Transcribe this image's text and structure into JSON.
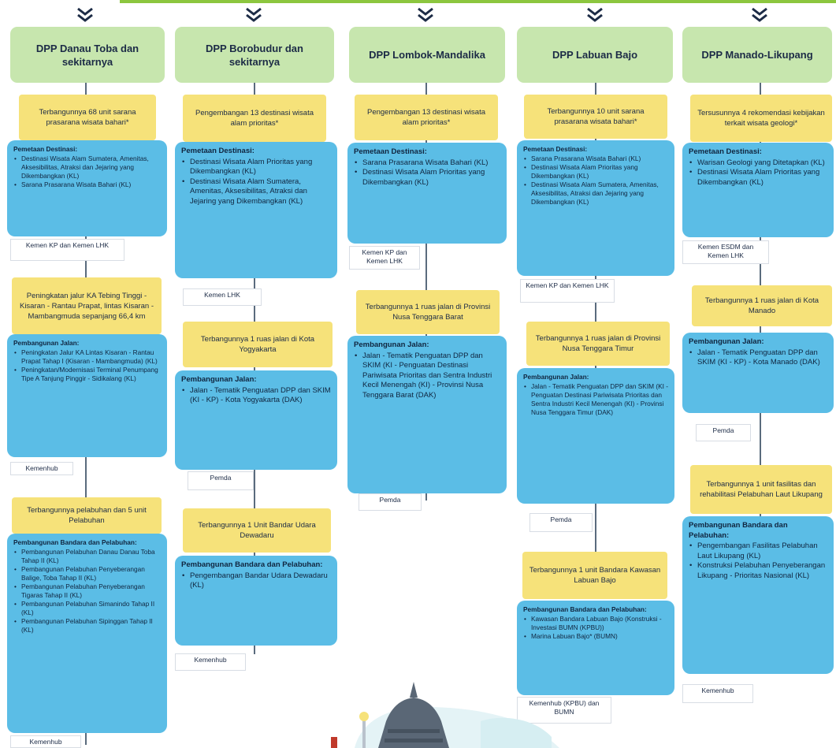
{
  "colors": {
    "header_bg": "#c7e6ae",
    "target_bg": "#f6e27a",
    "program_bg": "#5bbde6",
    "connector": "#5a6b7d",
    "top_line": "#8cc63f"
  },
  "columns": [
    {
      "header": "DPP Danau Toba dan sekitarnya",
      "groups": [
        {
          "target": "Terbangunnya 68 unit sarana prasarana wisata bahari*",
          "program_title": "Pemetaan Destinasi:",
          "items": [
            "Destinasi Wisata Alam Sumatera, Amenitas, Aksesibilitas, Atraksi dan Jejaring yang Dikembangkan (KL)",
            "Sarana Prasarana Wisata Bahari (KL)"
          ],
          "owner": "Kemen KP dan Kemen LHK"
        },
        {
          "target": "Peningkatan jalur KA Tebing Tinggi - Kisaran - Rantau Prapat, lintas Kisaran - Mambangmuda sepanjang 66,4 km",
          "program_title": "Pembangunan Jalan:",
          "items": [
            "Peningkatan Jalur KA Lintas Kisaran - Rantau Prapat Tahap I (Kisaran - Mambangmuda) (KL)",
            "Peningkatan/Modernisasi Terminal Penumpang Tipe A Tanjung Pinggir - Sidikalang (KL)"
          ],
          "owner": "Kemenhub"
        },
        {
          "target": "Terbangunnya pelabuhan dan 5 unit Pelabuhan",
          "program_title": "Pembangunan Bandara dan Pelabuhan:",
          "items": [
            "Pembangunan Pelabuhan Danau Danau Toba Tahap II (KL)",
            "Pembangunan Pelabuhan Penyeberangan Balige, Toba Tahap II (KL)",
            "Pembangunan Pelabuhan Penyeberangan Tigaras Tahap II (KL)",
            "Pembangunan Pelabuhan Simanindo Tahap II (KL)",
            "Pembangunan Pelabuhan Sipinggan Tahap II (KL)"
          ],
          "owner": "Kemenhub"
        }
      ]
    },
    {
      "header": "DPP Borobudur dan sekitarnya",
      "groups": [
        {
          "target": "Pengembangan 13 destinasi wisata alam prioritas*",
          "program_title": "Pemetaan Destinasi:",
          "items": [
            "Destinasi Wisata Alam Prioritas yang Dikembangkan (KL)",
            "Destinasi Wisata Alam Sumatera, Amenitas, Aksesibilitas, Atraksi dan Jejaring yang Dikembangkan (KL)"
          ],
          "owner": "Kemen LHK"
        },
        {
          "target": "Terbangunnya 1 ruas jalan di Kota Yogyakarta",
          "program_title": "Pembangunan Jalan:",
          "items": [
            "Jalan - Tematik Penguatan DPP dan SKIM (KI - KP) - Kota Yogyakarta (DAK)"
          ],
          "owner": "Pemda"
        },
        {
          "target": "Terbangunnya 1 Unit Bandar Udara Dewadaru",
          "program_title": "Pembangunan Bandara dan Pelabuhan:",
          "items": [
            "Pengembangan Bandar Udara Dewadaru (KL)"
          ],
          "owner": "Kemenhub"
        }
      ]
    },
    {
      "header": "DPP Lombok-Mandalika",
      "groups": [
        {
          "target": "Pengembangan 13 destinasi wisata alam prioritas*",
          "program_title": "Pemetaan Destinasi:",
          "items": [
            "Sarana Prasarana Wisata Bahari (KL)",
            "Destinasi Wisata Alam Prioritas yang Dikembangkan (KL)"
          ],
          "owner": "Kemen KP dan Kemen LHK"
        },
        {
          "target": "Terbangunnya 1 ruas jalan di Provinsi Nusa Tenggara Barat",
          "program_title": "Pembangunan Jalan:",
          "items": [
            "Jalan - Tematik Penguatan DPP dan SKIM (KI - Penguatan Destinasi Pariwisata Prioritas dan Sentra Industri Kecil Menengah (KI) - Provinsi Nusa Tenggara Barat (DAK)"
          ],
          "owner": "Pemda"
        }
      ]
    },
    {
      "header": "DPP Labuan Bajo",
      "groups": [
        {
          "target": "Terbangunnya 10 unit sarana prasarana wisata bahari*",
          "program_title": "Pemetaan Destinasi:",
          "items": [
            "Sarana Prasarana Wisata Bahari (KL)",
            "Destinasi Wisata Alam Prioritas yang Dikembangkan (KL)",
            "Destinasi Wisata Alam Sumatera, Amenitas, Aksesibilitas, Atraksi dan Jejaring yang Dikembangkan (KL)"
          ],
          "owner": "Kemen KP dan Kemen LHK"
        },
        {
          "target": "Terbangunnya 1 ruas jalan di Provinsi Nusa Tenggara Timur",
          "program_title": "Pembangunan Jalan:",
          "items": [
            "Jalan - Tematik Penguatan DPP dan SKIM (KI - Penguatan Destinasi Pariwisata Prioritas dan Sentra Industri Kecil Menengah (KI) - Provinsi Nusa Tenggara Timur (DAK)"
          ],
          "owner": "Pemda"
        },
        {
          "target": "Terbangunnya 1 unit Bandara Kawasan Labuan Bajo",
          "program_title": "Pembangunan Bandara dan Pelabuhan:",
          "items": [
            "Kawasan Bandara Labuan Bajo (Konstruksi - Investasi BUMN (KPBU))",
            "Marina Labuan Bajo* (BUMN)"
          ],
          "owner": "Kemenhub (KPBU) dan BUMN"
        }
      ]
    },
    {
      "header": "DPP Manado-Likupang",
      "groups": [
        {
          "target": "Tersusunnya 4 rekomendasi kebijakan terkait wisata geologi*",
          "program_title": "Pemetaan Destinasi:",
          "items": [
            "Warisan Geologi yang Ditetapkan (KL)",
            "Destinasi Wisata Alam Prioritas yang Dikembangkan (KL)"
          ],
          "owner": "Kemen ESDM dan Kemen LHK"
        },
        {
          "target": "Terbangunnya 1 ruas jalan di Kota Manado",
          "program_title": "Pembangunan Jalan:",
          "items": [
            "Jalan - Tematik Penguatan DPP dan SKIM (KI - KP) - Kota Manado (DAK)"
          ],
          "owner": "Pemda"
        },
        {
          "target": "Terbangunnya 1 unit fasilitas dan rehabilitasi Pelabuhan Laut Likupang",
          "program_title": "Pembangunan Bandara dan Pelabuhan:",
          "items": [
            "Pengembangan Fasilitas Pelabuhan Laut Likupang (KL)",
            "Konstruksi Pelabuhan Penyeberangan Likupang - Prioritas Nasional (KL)"
          ],
          "owner": "Kemenhub"
        }
      ]
    }
  ]
}
